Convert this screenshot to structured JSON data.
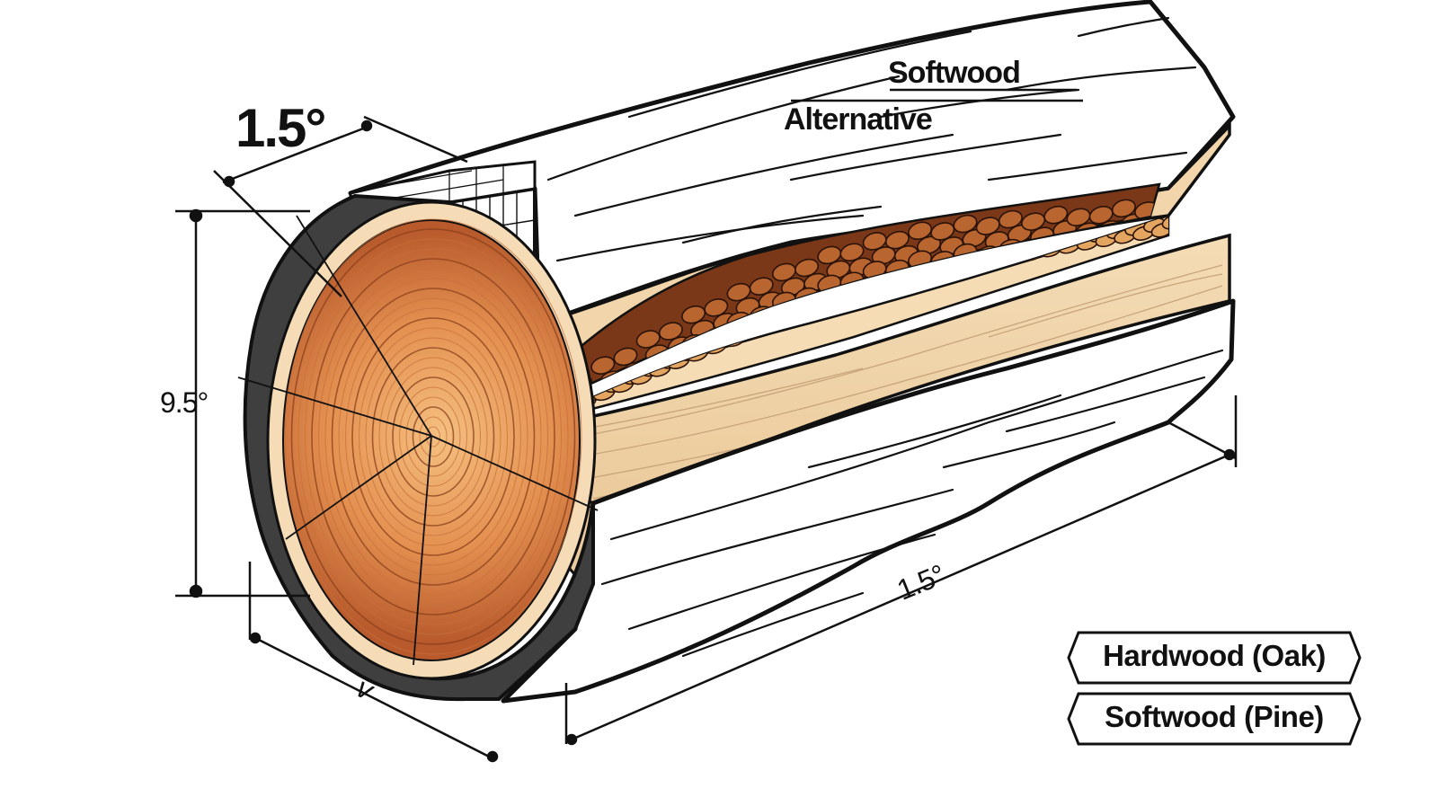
{
  "labels": {
    "top_angle": "1.5°",
    "title_line1": "Softwood",
    "title_line2": "Alternative",
    "left_dim": "9.5°",
    "length_dim": "1.5°",
    "base_mark": "v"
  },
  "legend": [
    {
      "text": "Hardwood (Oak)"
    },
    {
      "text": "Softwood (Pine)"
    }
  ],
  "colors": {
    "outline": "#111111",
    "bark": "#ffffff",
    "bark_edge": "#3a3a3a",
    "heartwood_dark": "#b85a2c",
    "heartwood_light": "#f0b26c",
    "sapwood": "#f3d7b0",
    "plank": "#f2d9b2",
    "cell_dark": "#9c4f26",
    "cell_light": "#e5a762"
  }
}
